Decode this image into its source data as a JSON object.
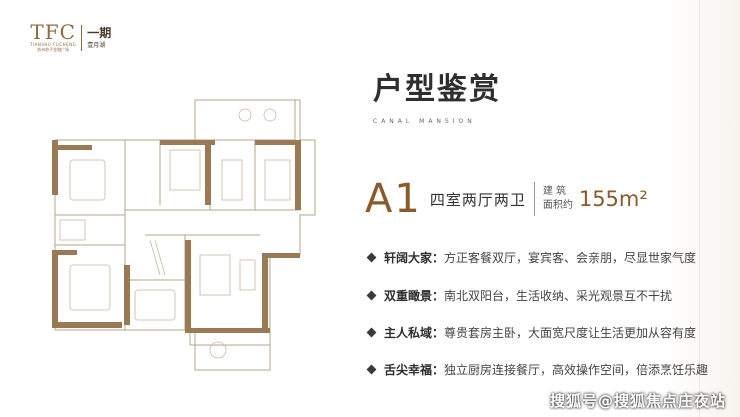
{
  "logo": {
    "brand": "TFC",
    "brand_sub": "TIANSHU FUCHENG",
    "brand_cn": "苏州苏子金融广场",
    "phase": "一期",
    "phase_name": "壹月湖"
  },
  "header": {
    "title": "户型鉴赏",
    "subtitle": "CANAL MANSION"
  },
  "unit": {
    "code": "A1",
    "description": "四室两厅两卫",
    "area_label_1": "建  筑",
    "area_label_2": "面积约",
    "area_value": "155m²"
  },
  "features": [
    {
      "label": "轩阔大家：",
      "text": "方正客餐双厅，宴宾客、会亲朋，尽显世家气度"
    },
    {
      "label": "双重瞰景：",
      "text": "南北双阳台，生活收纳、采光观景互不干扰"
    },
    {
      "label": "主人私域：",
      "text": "尊贵套房主卧，大面宽尺度让生活更加从容有度"
    },
    {
      "label": "舌尖幸福：",
      "text": "独立厨房连接餐厅，高效操作空间，倍添烹饪乐趣"
    }
  ],
  "watermark": "搜狐号@搜狐焦点庄夜站",
  "colors": {
    "accent": "#8a5a2a",
    "wall": "#9a7a55",
    "text": "#3a3a3a"
  }
}
